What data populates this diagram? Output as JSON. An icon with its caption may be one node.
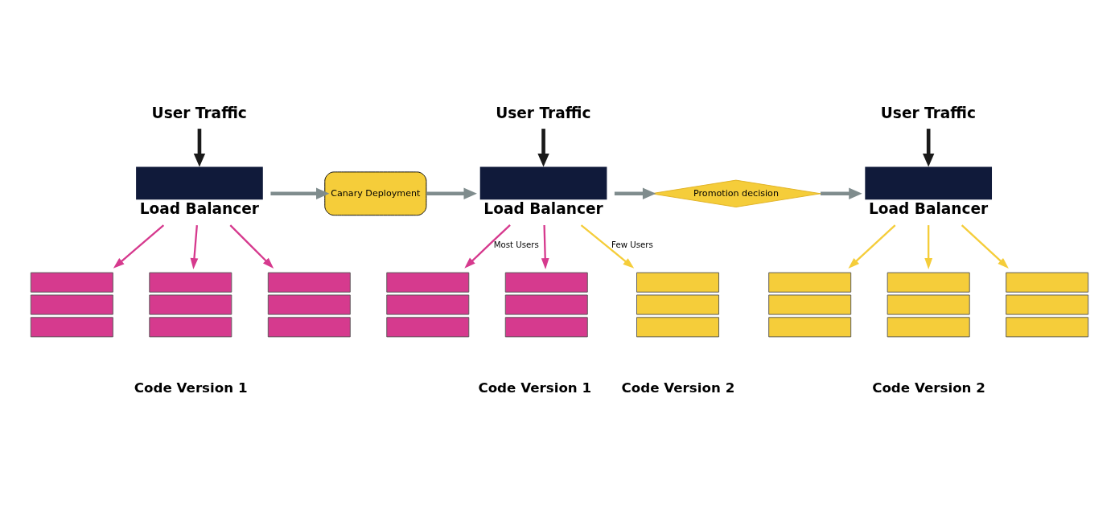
{
  "diagram": {
    "nodes": [
      {
        "text": [
          "User Traffic"
        ]
      },
      {
        "text": [
          "Load Balancer"
        ]
      },
      {
        "text": [],
        "shape": "box"
      },
      {
        "text": [],
        "shape": "box"
      },
      {
        "text": [],
        "shape": "box"
      },
      {
        "text": [
          "Canary Deployment"
        ]
      },
      {
        "text": [
          "User Traffic"
        ]
      },
      {
        "text": [
          "Load Balancer"
        ]
      },
      {
        "text": [],
        "shape": "box"
      },
      {
        "text": [],
        "shape": "box"
      },
      {
        "text": [],
        "shape": "box"
      },
      {
        "text": [
          "Promotion decision"
        ]
      },
      {
        "text": [
          "User Traffic"
        ]
      },
      {
        "text": [
          "Load Balancer"
        ]
      },
      {
        "text": [],
        "shape": "box"
      },
      {
        "text": [],
        "shape": "box"
      },
      {
        "text": [],
        "shape": "box"
      }
    ],
    "edges": [
      {
        "from": 0,
        "to": 1,
        "arrow": "to",
        "style": "thick",
        "color": "#1a1a1a"
      },
      {
        "from": 1,
        "to": 2,
        "arrow": "to",
        "color": "#d63a8e"
      },
      {
        "from": 1,
        "to": 3,
        "arrow": "to",
        "color": "#d63a8e"
      },
      {
        "from": 1,
        "to": 4,
        "arrow": "to",
        "color": "#d63a8e"
      },
      {
        "from": 1,
        "to": 5,
        "arrow": "to",
        "style": "thick",
        "color": "#7f8c8d"
      },
      {
        "from": 5,
        "to": 7,
        "arrow": "to",
        "style": "thick",
        "color": "#7f8c8d"
      },
      {
        "from": 6,
        "to": 7,
        "arrow": "to",
        "style": "thick",
        "color": "#1a1a1a"
      },
      {
        "from": 7,
        "to": 8,
        "arrow": "to",
        "label": "Most Users",
        "color": "#d63a8e"
      },
      {
        "from": 7,
        "to": 9,
        "arrow": "to",
        "color": "#d63a8e"
      },
      {
        "from": 7,
        "to": 10,
        "arrow": "to",
        "label": "Few Users",
        "color": "#f5cd3a"
      },
      {
        "from": 7,
        "to": 11,
        "arrow": "to",
        "style": "thick",
        "color": "#7f8c8d"
      },
      {
        "from": 11,
        "to": 13,
        "arrow": "to",
        "style": "thick",
        "color": "#7f8c8d"
      },
      {
        "from": 12,
        "to": 13,
        "arrow": "to",
        "style": "thick",
        "color": "#1a1a1a"
      },
      {
        "from": 13,
        "to": 14,
        "arrow": "to",
        "color": "#f5cd3a"
      },
      {
        "from": 13,
        "to": 15,
        "arrow": "to",
        "color": "#f5cd3a"
      },
      {
        "from": 13,
        "to": 16,
        "arrow": "to",
        "color": "#f5cd3a"
      }
    ],
    "labels": [
      "Code Version 1",
      "Code Version 1",
      "Code Version 2",
      "Code Version 2"
    ]
  }
}
